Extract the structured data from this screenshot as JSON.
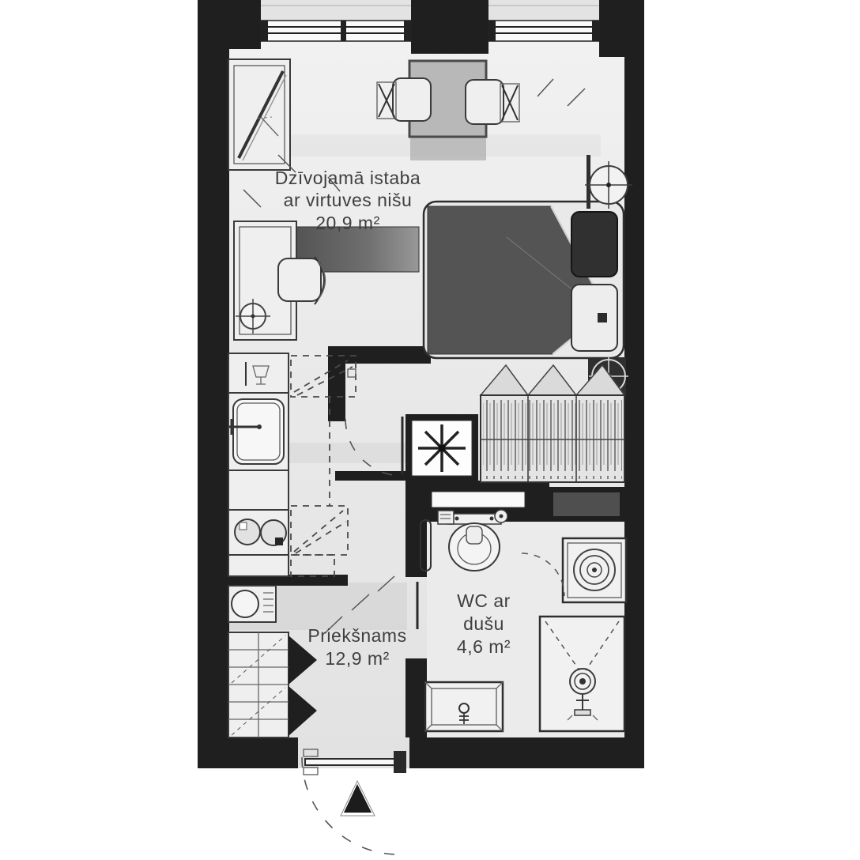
{
  "plan": {
    "rooms": {
      "living": {
        "title_line1": "Dzīvojamā istaba",
        "title_line2": "ar virtuves nišu",
        "area": "20,9 m²"
      },
      "hall": {
        "title": "Priekšnams",
        "area": "12,9 m²"
      },
      "wc": {
        "title_line1": "WC ar",
        "title_line2": "dušu",
        "area": "4,6 m²"
      }
    },
    "fixtures": [
      "window",
      "sliding-wardrobe",
      "dining-table",
      "dining-chair",
      "bed",
      "pillow",
      "bedside-lamp",
      "ceiling-lamp",
      "desk",
      "desk-chair",
      "sideboard",
      "floor-lamp",
      "kitchen-cabinet",
      "kitchen-sink",
      "faucet",
      "cooktop",
      "upper-cabinet-dashed",
      "ventilation-fan",
      "hanger-wardrobe",
      "duct-shaft",
      "toilet",
      "towel-radiator",
      "washing-machine",
      "shower",
      "washbasin",
      "boiler-cabinet",
      "shoe-shelf",
      "interior-door",
      "wc-door",
      "entrance-door",
      "entrance-marker-triangle"
    ],
    "colors": {
      "wall": "#1f1f1f",
      "floor_light": "#f1f1f1",
      "floor_dark": "#e3e3e3",
      "furniture_stroke": "#3a3a3a",
      "blanket": "#545454",
      "pillow_dark": "#303030",
      "text": "#3f3f3f"
    }
  }
}
